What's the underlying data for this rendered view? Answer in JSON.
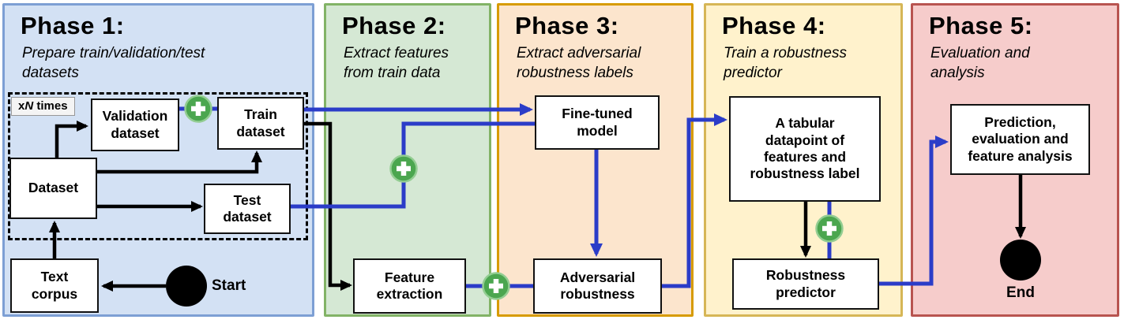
{
  "phases": [
    {
      "title": "Phase 1:",
      "subtitle": "Prepare train/validation/test\ndatasets",
      "bg": "#d3e1f4",
      "border": "#7d9fd4"
    },
    {
      "title": "Phase 2:",
      "subtitle": "Extract features\nfrom train data",
      "bg": "#d5e8d4",
      "border": "#82b366"
    },
    {
      "title": "Phase 3:",
      "subtitle": "Extract adversarial\nrobustness labels",
      "bg": "#fce5cd",
      "border": "#d79b00"
    },
    {
      "title": "Phase 4:",
      "subtitle": "Train a robustness\npredictor",
      "bg": "#fff2cc",
      "border": "#d6b656"
    },
    {
      "title": "Phase 5:",
      "subtitle": "Evaluation and\nanalysis",
      "bg": "#f6cccb",
      "border": "#b85450"
    }
  ],
  "nodes": {
    "validation": "Validation\ndataset",
    "train": "Train\ndataset",
    "dataset": "Dataset",
    "test": "Test\ndataset",
    "text_corpus": "Text\ncorpus",
    "feature_extraction": "Feature\nextraction",
    "fine_tuned": "Fine-tuned\nmodel",
    "adversarial": "Adversarial\nrobustness",
    "tabular": "A tabular\ndatapoint of\nfeatures and\nrobustness label",
    "predictor": "Robustness\npredictor",
    "prediction": "Prediction,\nevaluation and\nfeature analysis"
  },
  "labels": {
    "loop_prefix": "x",
    "loop_n": "N",
    "loop_suffix": " times",
    "start": "Start",
    "end": "End"
  },
  "icons": {
    "plus": "+",
    "start_marker": "●",
    "end_marker": "●"
  },
  "edges": [
    "text-corpus → dataset (black)",
    "start → text-corpus (black)",
    "dataset → validation-dataset (black)",
    "dataset → train-dataset (black)",
    "dataset → test-dataset (black)",
    "validation-dataset ⊕ train-dataset (blue)",
    "train-dataset → fine-tuned-model (blue)",
    "train-dataset → feature-extraction (black)",
    "test-dataset ⊕ → fine-tuned-model (blue)",
    "fine-tuned-model → adversarial-robustness (blue)",
    "feature-extraction ⊕ → adversarial-robustness (blue)",
    "adversarial-robustness → tabular-datapoint (blue)",
    "tabular-datapoint → robustness-predictor (black)",
    "tabular-datapoint ⊕ → robustness-predictor (blue)",
    "robustness-predictor → prediction-evaluation (blue)",
    "prediction-evaluation → end (black)"
  ],
  "colors": {
    "connector_blue": "#2b3cc8",
    "connector_black": "#000000",
    "plus_fill": "#4ba64f",
    "plus_ring": "#93cd92",
    "node_border": "#111111",
    "loop_label_bg": "#f4f4f4"
  }
}
